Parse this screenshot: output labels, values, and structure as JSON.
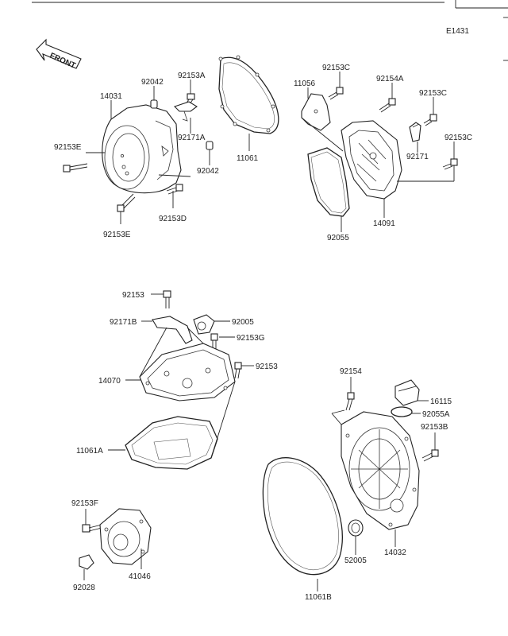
{
  "diagram_code": "E1431",
  "front_label": "FRONT",
  "labels": {
    "l14031": "14031",
    "l92042a": "92042",
    "l92153A": "92153A",
    "l92171A": "92171A",
    "l92042b": "92042",
    "l92153E_a": "92153E",
    "l92153E_b": "92153E",
    "l92153D": "92153D",
    "l11061": "11061",
    "l11056": "11056",
    "l92153C_a": "92153C",
    "l92154A": "92154A",
    "l92153C_b": "92153C",
    "l92153C_c": "92153C",
    "l92171": "92171",
    "l14091": "14091",
    "l92055": "92055",
    "l92153a": "92153",
    "l92171B": "92171B",
    "l92005": "92005",
    "l92153G": "92153G",
    "l92153b": "92153",
    "l14070": "14070",
    "l11061A": "11061A",
    "l92154": "92154",
    "l16115": "16115",
    "l92055A": "92055A",
    "l92153B": "92153B",
    "l14032": "14032",
    "l52005": "52005",
    "l11061B": "11061B",
    "l92153F": "92153F",
    "l92028": "92028",
    "l41046": "41046"
  }
}
